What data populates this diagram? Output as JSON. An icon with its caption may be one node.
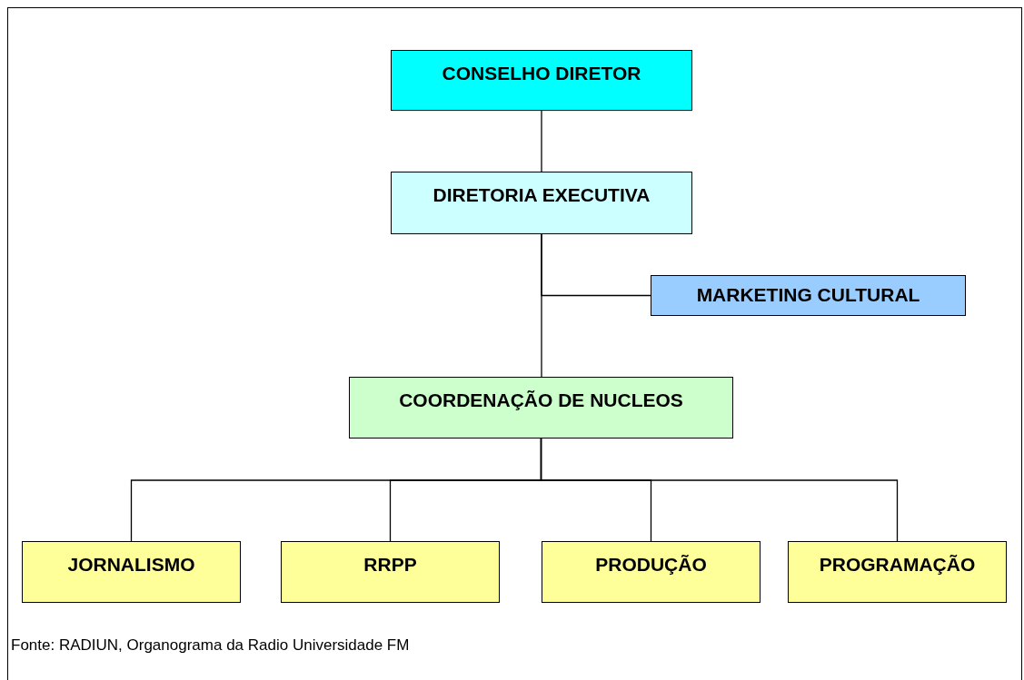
{
  "diagram": {
    "caption": "Fonte: RADIUN, Organograma da Radio Universidade FM",
    "nodes": [
      {
        "text": [
          "CONSELHO DIRETOR"
        ]
      },
      {
        "text": [
          "DIRETORIA EXECUTIVA"
        ]
      },
      {
        "text": [
          "MARKETING CULTURAL"
        ]
      },
      {
        "text": [
          "COORDENAÇÃO DE NUCLEOS"
        ]
      },
      {
        "text": [
          "JORNALISMO"
        ]
      },
      {
        "text": [
          "RRPP"
        ]
      },
      {
        "text": [
          "PRODUÇÃO"
        ]
      },
      {
        "text": [
          "PROGRAMAÇÃO"
        ]
      }
    ],
    "edges": [
      {
        "from": 0,
        "to": 1,
        "arrow": "none"
      },
      {
        "from": 1,
        "to": 2,
        "arrow": "none"
      },
      {
        "from": 1,
        "to": 3,
        "arrow": "none"
      },
      {
        "from": 3,
        "to": 4,
        "arrow": "none"
      },
      {
        "from": 3,
        "to": 5,
        "arrow": "none"
      },
      {
        "from": 3,
        "to": 6,
        "arrow": "none"
      },
      {
        "from": 3,
        "to": 7,
        "arrow": "none"
      }
    ]
  }
}
